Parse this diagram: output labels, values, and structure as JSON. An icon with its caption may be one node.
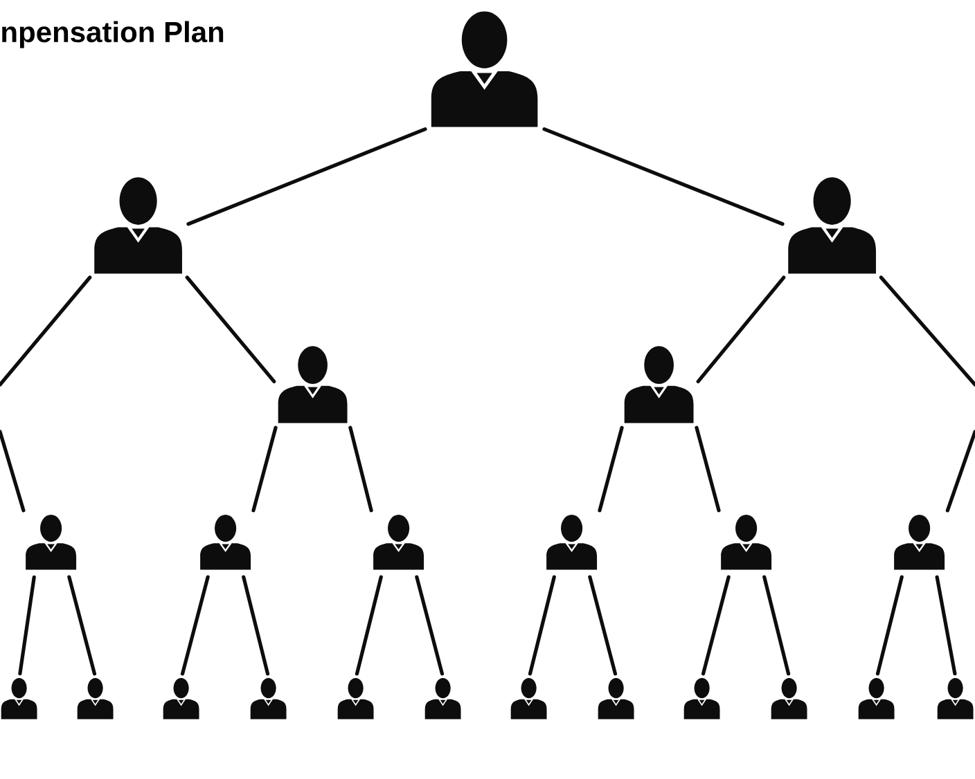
{
  "diagram": {
    "title": "npensation Plan",
    "nodes": [
      {
        "text": [],
        "shape": "person"
      },
      {
        "text": [],
        "shape": "person"
      },
      {
        "text": [],
        "shape": "person"
      },
      {
        "text": [],
        "shape": "person"
      },
      {
        "text": [],
        "shape": "person"
      },
      {
        "text": [],
        "shape": "person"
      },
      {
        "text": [],
        "shape": "person"
      },
      {
        "text": [],
        "shape": "person"
      },
      {
        "text": [],
        "shape": "person"
      },
      {
        "text": [],
        "shape": "person"
      },
      {
        "text": [],
        "shape": "person"
      },
      {
        "text": [],
        "shape": "person"
      },
      {
        "text": [],
        "shape": "person"
      },
      {
        "text": [],
        "shape": "person"
      },
      {
        "text": [],
        "shape": "person"
      },
      {
        "text": [],
        "shape": "person"
      },
      {
        "text": [],
        "shape": "person"
      },
      {
        "text": [],
        "shape": "person"
      },
      {
        "text": [],
        "shape": "person"
      },
      {
        "text": [],
        "shape": "person"
      },
      {
        "text": [],
        "shape": "person"
      },
      {
        "text": [],
        "shape": "person"
      },
      {
        "text": [],
        "shape": "person"
      }
    ],
    "edges": [
      {
        "from": 0,
        "to": 1,
        "arrow": "none"
      },
      {
        "from": 0,
        "to": 2,
        "arrow": "none"
      },
      {
        "from": 1,
        "to": null,
        "arrow": "none"
      },
      {
        "from": 1,
        "to": 3,
        "arrow": "none"
      },
      {
        "from": 2,
        "to": 4,
        "arrow": "none"
      },
      {
        "from": 2,
        "to": null,
        "arrow": "none"
      },
      {
        "from": null,
        "to": 5,
        "arrow": "none"
      },
      {
        "from": 3,
        "to": 6,
        "arrow": "none"
      },
      {
        "from": 3,
        "to": 7,
        "arrow": "none"
      },
      {
        "from": 4,
        "to": 8,
        "arrow": "none"
      },
      {
        "from": 4,
        "to": 9,
        "arrow": "none"
      },
      {
        "from": null,
        "to": 10,
        "arrow": "none"
      },
      {
        "from": 5,
        "to": 11,
        "arrow": "none"
      },
      {
        "from": 5,
        "to": 12,
        "arrow": "none"
      },
      {
        "from": 6,
        "to": 13,
        "arrow": "none"
      },
      {
        "from": 6,
        "to": 14,
        "arrow": "none"
      },
      {
        "from": 7,
        "to": 15,
        "arrow": "none"
      },
      {
        "from": 7,
        "to": 16,
        "arrow": "none"
      },
      {
        "from": 8,
        "to": 17,
        "arrow": "none"
      },
      {
        "from": 8,
        "to": 18,
        "arrow": "none"
      },
      {
        "from": 9,
        "to": 19,
        "arrow": "none"
      },
      {
        "from": 9,
        "to": 20,
        "arrow": "none"
      },
      {
        "from": 10,
        "to": 21,
        "arrow": "none"
      },
      {
        "from": 10,
        "to": 22,
        "arrow": "none"
      }
    ]
  }
}
